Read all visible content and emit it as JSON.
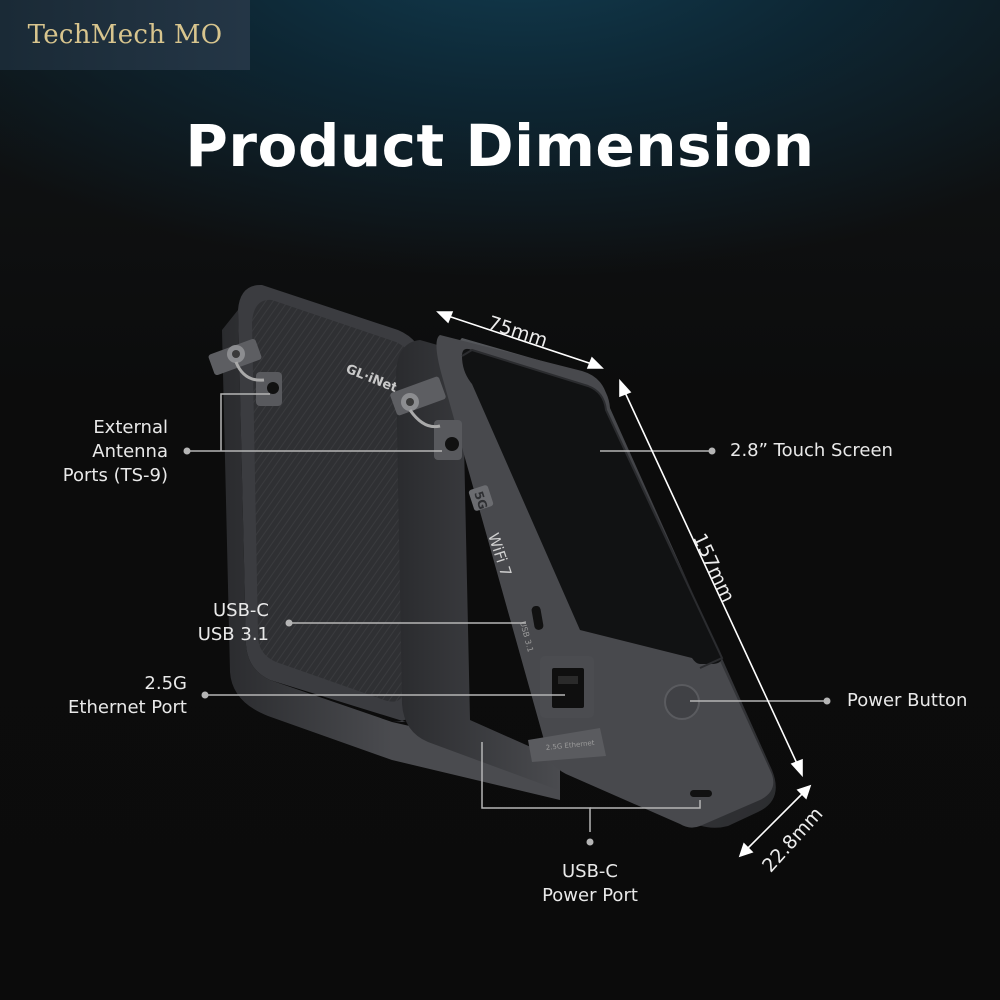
{
  "watermark": "TechMech MO",
  "title": "Product Dimension",
  "dimensions": {
    "width": "75mm",
    "height": "157mm",
    "depth": "22.8mm"
  },
  "callouts": {
    "antenna": [
      "External",
      "Antenna",
      "Ports (TS-9)"
    ],
    "usb31": [
      "USB-C",
      "USB 3.1"
    ],
    "ethernet": [
      "2.5G",
      "Ethernet Port"
    ],
    "touch_screen": "2.8” Touch Screen",
    "power_button": "Power Button",
    "power_port": [
      "USB-C",
      "Power Port"
    ]
  },
  "device": {
    "brand": "GL·iNet",
    "badges": [
      "5G",
      "WiFi 7"
    ],
    "port_marks": [
      "USB 3.1",
      "2.5G Ethernet"
    ]
  },
  "colors": {
    "body": "#3c3d40",
    "screen": "#121212",
    "accent_bg": "#123c50",
    "leader": "#b5b5b5"
  }
}
